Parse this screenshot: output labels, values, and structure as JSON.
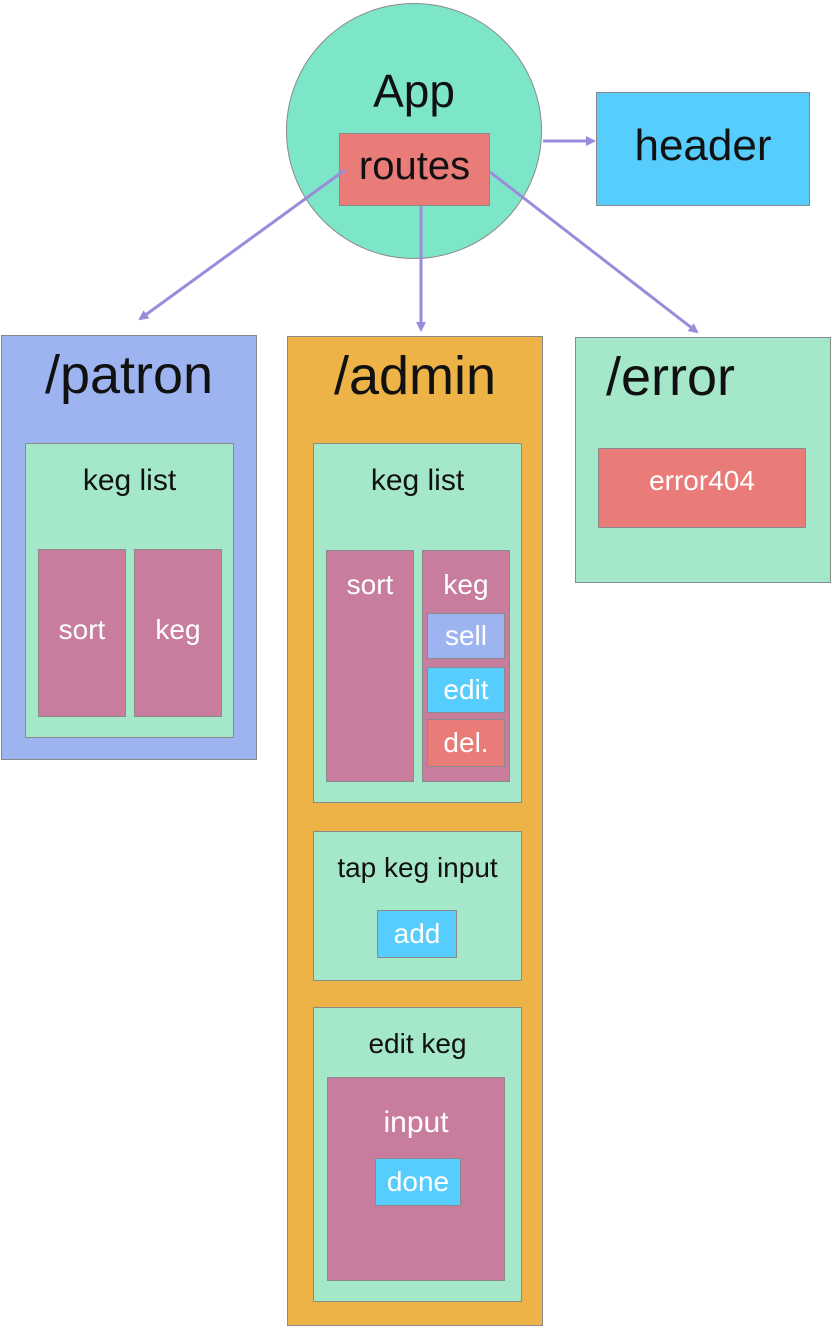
{
  "colors": {
    "app": "#7de6c8",
    "routes": "#e97b79",
    "header": "#57cdfd",
    "patron": "#9db4f0",
    "admin": "#edb346",
    "error": "#a4e7c9",
    "component": "#a4e7c9",
    "pink": "#c97d9e",
    "sell": "#9db4f0",
    "edit": "#57cdfd",
    "delete": "#e97b79",
    "arrow": "#9b8bdb"
  },
  "app": {
    "title": "App",
    "routes": "routes"
  },
  "header": {
    "label": "header"
  },
  "patron": {
    "title": "/patron",
    "keg_list": {
      "title": "keg list",
      "sort": "sort",
      "keg": "keg"
    }
  },
  "admin": {
    "title": "/admin",
    "keg_list": {
      "title": "keg list",
      "sort": "sort",
      "keg": "keg",
      "sell": "sell",
      "edit": "edit",
      "delete": "del."
    },
    "tap_keg_input": {
      "title": "tap keg input",
      "add": "add"
    },
    "edit_keg": {
      "title": "edit keg",
      "input": "input",
      "done": "done"
    }
  },
  "error": {
    "title": "/error",
    "error404": "error404"
  }
}
